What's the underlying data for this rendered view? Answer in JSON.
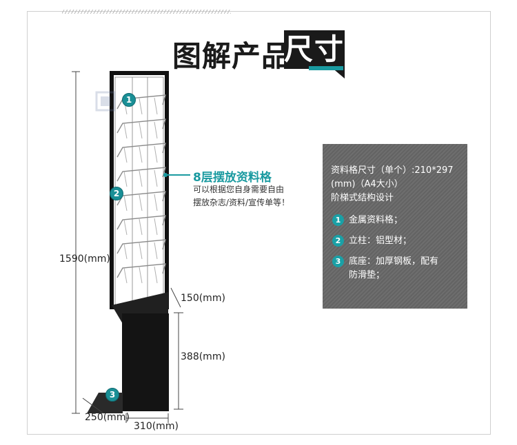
{
  "header": {
    "title_left": "图解产品",
    "title_right": "尺寸"
  },
  "dimensions": {
    "height": "1590(mm)",
    "slant": "150(mm)",
    "base_height": "388(mm)",
    "depth": "250(mm)",
    "width": "310(mm)"
  },
  "callout": {
    "title": "8层摆放资料格",
    "line1": "可以根据您自身需要自由",
    "line2": "摆放杂志/资料/宣传单等！"
  },
  "badges": [
    "1",
    "2",
    "3"
  ],
  "specs": {
    "line1": "资料格尺寸（单个）:210*297",
    "line2": "(mm)（A4大小）",
    "line3": "阶梯式结构设计",
    "items": [
      {
        "num": "1",
        "text": "金属资料格；"
      },
      {
        "num": "2",
        "text": "立柱：铝型材；"
      },
      {
        "num": "3",
        "text": "底座：加厚钢板，配有",
        "text2": "防滑垫；"
      }
    ]
  },
  "colors": {
    "accent": "#1a9aa0",
    "dark": "#1a1a1a",
    "spec_bg": "#686868"
  }
}
